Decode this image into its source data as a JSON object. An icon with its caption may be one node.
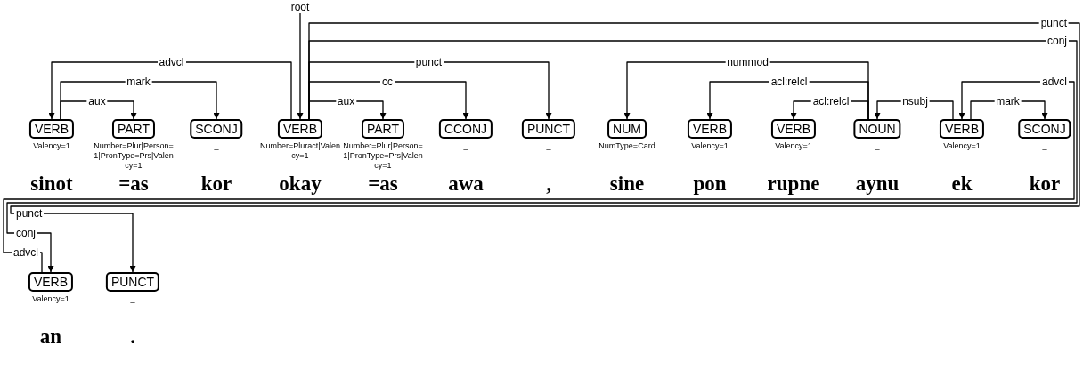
{
  "diagram": {
    "nodes": [
      {
        "text": [
          "VERB"
        ],
        "beside": [
          "Valency=1",
          "sinot"
        ]
      },
      {
        "text": [
          "PART"
        ],
        "beside": [
          "Number=Plur|Person=1|PronType=Prs|Valency=1",
          "=as"
        ]
      },
      {
        "text": [
          "SCONJ"
        ],
        "beside": [
          "_",
          "kor"
        ]
      },
      {
        "text": [
          "VERB"
        ],
        "beside": [
          "Number=Pluract|Valency=1",
          "okay"
        ]
      },
      {
        "text": [
          "PART"
        ],
        "beside": [
          "Number=Plur|Person=1|PronType=Prs|Valency=1",
          "=as"
        ]
      },
      {
        "text": [
          "CCONJ"
        ],
        "beside": [
          "_",
          "awa"
        ]
      },
      {
        "text": [
          "PUNCT"
        ],
        "beside": [
          "_",
          ","
        ]
      },
      {
        "text": [
          "NUM"
        ],
        "beside": [
          "NumType=Card",
          "sine"
        ]
      },
      {
        "text": [
          "VERB"
        ],
        "beside": [
          "Valency=1",
          "pon"
        ]
      },
      {
        "text": [
          "VERB"
        ],
        "beside": [
          "Valency=1",
          "rupne"
        ]
      },
      {
        "text": [
          "NOUN"
        ],
        "beside": [
          "_",
          "aynu"
        ]
      },
      {
        "text": [
          "VERB"
        ],
        "beside": [
          "Valency=1",
          "ek"
        ]
      },
      {
        "text": [
          "SCONJ"
        ],
        "beside": [
          "_",
          "kor"
        ]
      },
      {
        "text": [
          "VERB"
        ],
        "beside": [
          "Valency=1",
          "an"
        ]
      },
      {
        "text": [
          "PUNCT"
        ],
        "beside": [
          "_",
          "."
        ]
      }
    ],
    "edges": [
      {
        "from": null,
        "to": 3,
        "arrow": "to",
        "label": "root"
      },
      {
        "from": 3,
        "to": 14,
        "arrow": "to",
        "label": "punct"
      },
      {
        "from": 3,
        "to": 13,
        "arrow": "to",
        "label": "conj"
      },
      {
        "from": 3,
        "to": 0,
        "arrow": "to",
        "label": "advcl"
      },
      {
        "from": 3,
        "to": 6,
        "arrow": "to",
        "label": "punct"
      },
      {
        "from": 10,
        "to": 7,
        "arrow": "to",
        "label": "nummod"
      },
      {
        "from": 0,
        "to": 2,
        "arrow": "to",
        "label": "mark"
      },
      {
        "from": 3,
        "to": 5,
        "arrow": "to",
        "label": "cc"
      },
      {
        "from": 10,
        "to": 8,
        "arrow": "to",
        "label": "acl:relcl"
      },
      {
        "from": 13,
        "to": 11,
        "arrow": "to",
        "label": "advcl"
      },
      {
        "from": 0,
        "to": 1,
        "arrow": "to",
        "label": "aux"
      },
      {
        "from": 3,
        "to": 4,
        "arrow": "to",
        "label": "aux"
      },
      {
        "from": 10,
        "to": 9,
        "arrow": "to",
        "label": "acl:relcl"
      },
      {
        "from": 11,
        "to": 10,
        "arrow": "to",
        "label": "nsubj"
      },
      {
        "from": 11,
        "to": 12,
        "arrow": "to",
        "label": "mark"
      }
    ],
    "labels": [
      "punct",
      "conj",
      "advcl"
    ]
  }
}
